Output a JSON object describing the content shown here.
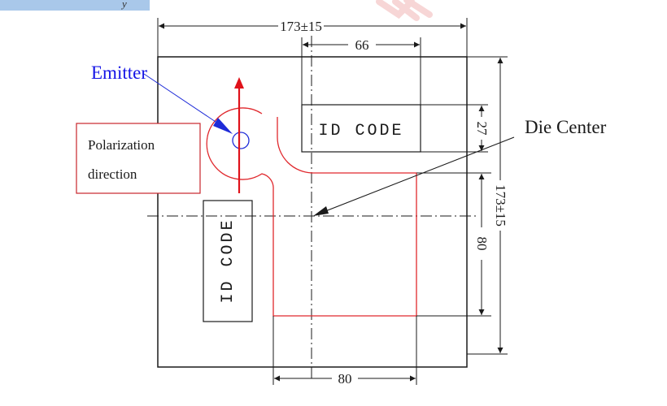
{
  "dimensions": {
    "overall_width": "173±15",
    "overall_height": "173±15",
    "id_width": "66",
    "id_height": "27",
    "active_height": "80",
    "active_width": "80"
  },
  "labels": {
    "emitter": "Emitter",
    "die_center": "Die Center",
    "polarization_line1": "Polarization",
    "polarization_line2": "direction",
    "id_code_top": "ID CODE",
    "id_code_left": "ID CODE"
  },
  "colors": {
    "drawing": "#1a1a1a",
    "emitter_text": "#1414e6",
    "emitter_outline": "#1e2bd8",
    "arrow_red": "#e0121a",
    "boundary_red": "#e0282d",
    "callout_border": "#c8262b",
    "header_strip": "#a9c8ea",
    "watermark": "#f7d6d6"
  }
}
